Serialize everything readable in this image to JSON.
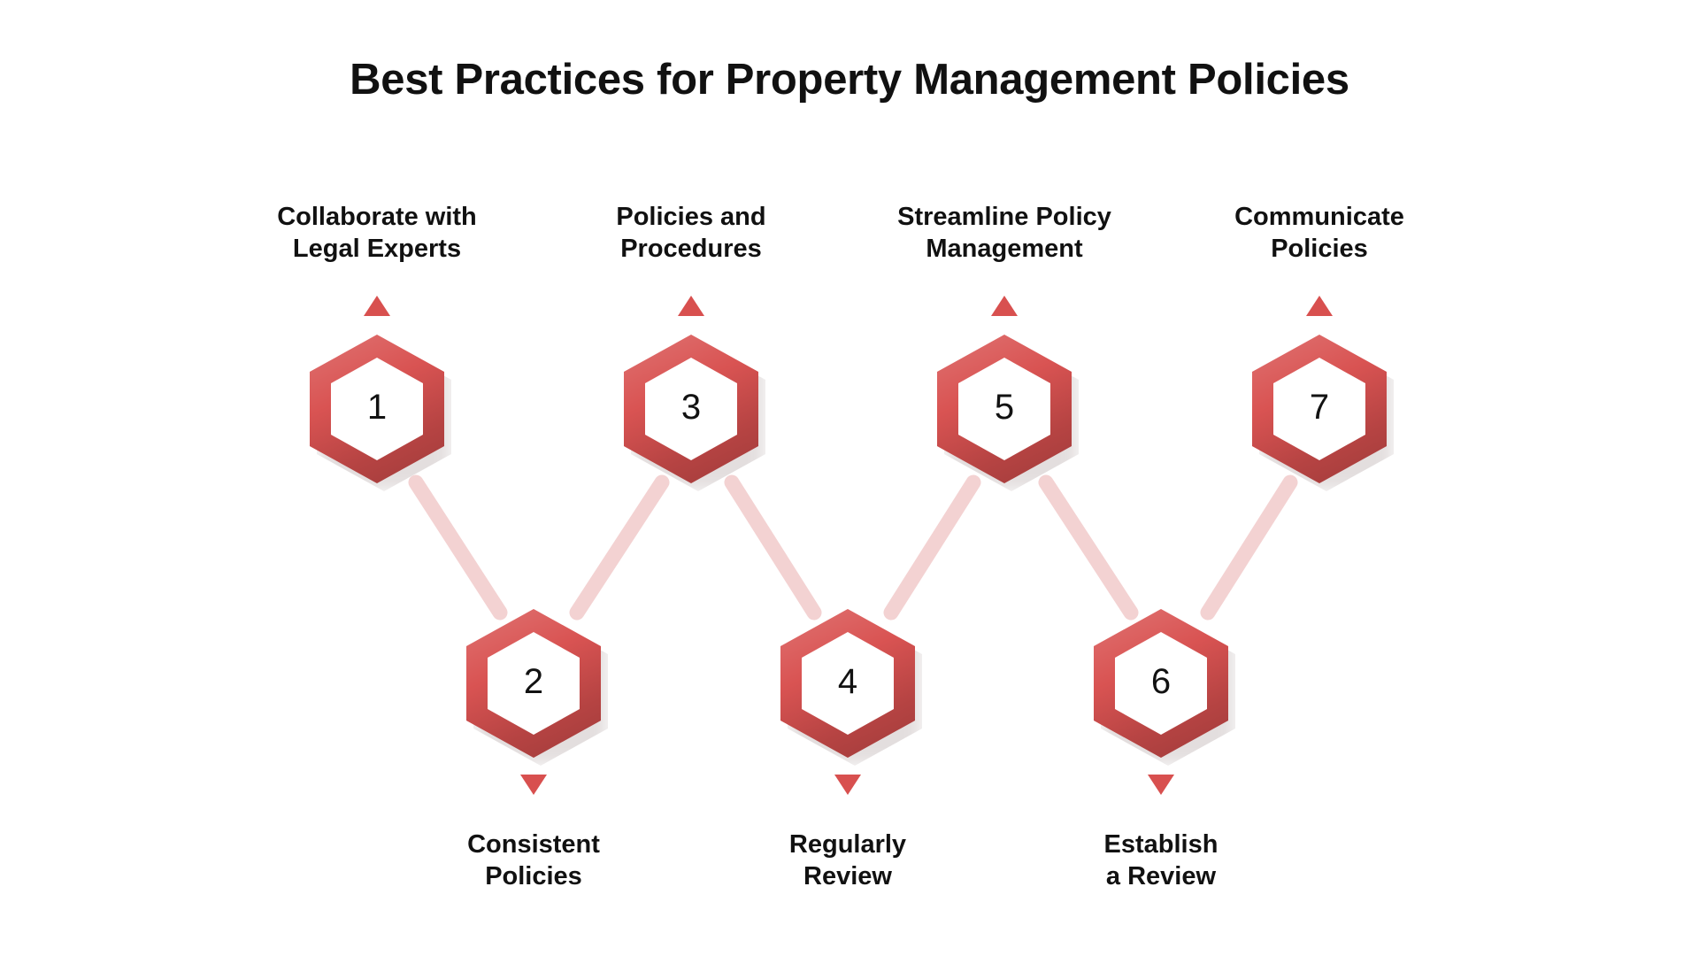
{
  "page": {
    "background_color": "#ffffff",
    "accent_color": "#d8504f",
    "connector_color": "#f3d2d2",
    "text_color": "#111111"
  },
  "header": {
    "title": "Best Practices for Property Management Policies"
  },
  "diagram_data": {
    "type": "zigzag-process",
    "orientation": "horizontal",
    "node_shape": "hexagon",
    "node_count": 7,
    "nodes": [
      {
        "number": "1",
        "row": "top",
        "label_line1": "Collaborate with",
        "label_line2": "Legal Experts",
        "marker": "triangle-up"
      },
      {
        "number": "2",
        "row": "bottom",
        "label_line1": "Consistent",
        "label_line2": "Policies",
        "marker": "triangle-down"
      },
      {
        "number": "3",
        "row": "top",
        "label_line1": "Policies and",
        "label_line2": "Procedures",
        "marker": "triangle-up"
      },
      {
        "number": "4",
        "row": "bottom",
        "label_line1": "Regularly",
        "label_line2": "Review",
        "marker": "triangle-down"
      },
      {
        "number": "5",
        "row": "top",
        "label_line1": "Streamline Policy",
        "label_line2": "Management",
        "marker": "triangle-up"
      },
      {
        "number": "6",
        "row": "bottom",
        "label_line1": "Establish",
        "label_line2": "a Review",
        "marker": "triangle-down"
      },
      {
        "number": "7",
        "row": "top",
        "label_line1": "Communicate",
        "label_line2": "Policies",
        "marker": "triangle-up"
      }
    ],
    "connections": [
      {
        "from": "1",
        "to": "2"
      },
      {
        "from": "2",
        "to": "3"
      },
      {
        "from": "3",
        "to": "4"
      },
      {
        "from": "4",
        "to": "5"
      },
      {
        "from": "5",
        "to": "6"
      },
      {
        "from": "6",
        "to": "7"
      }
    ]
  }
}
